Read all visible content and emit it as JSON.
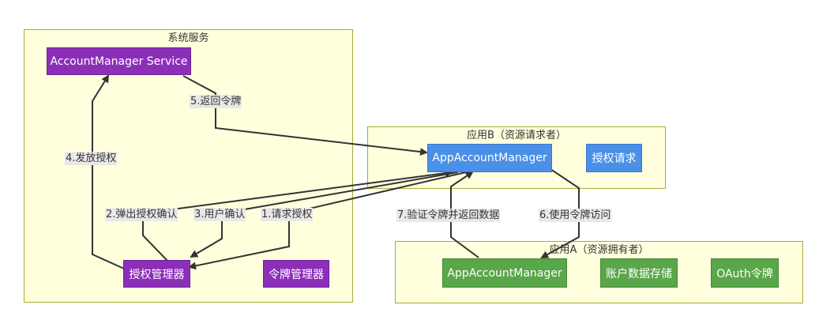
{
  "groups": {
    "system": "系统服务",
    "appB": "应用B（资源请求者）",
    "appA": "应用A（资源拥有者）"
  },
  "nodes": {
    "account_manager_service": "AccountManager Service",
    "auth_manager": "授权管理器",
    "token_manager": "令牌管理器",
    "appB_manager": "AppAccountManager",
    "auth_request": "授权请求",
    "appA_manager": "AppAccountManager",
    "account_storage": "账户数据存储",
    "oauth_token": "OAuth令牌"
  },
  "edges": {
    "e1": "1.请求授权",
    "e2": "2.弹出授权确认",
    "e3": "3.用户确认",
    "e4": "4.发放授权",
    "e5": "5.返回令牌",
    "e6": "6.使用令牌访问",
    "e7": "7.验证令牌并返回数据"
  },
  "colors": {
    "group_fill": "#ffffde",
    "group_border": "#aaaa33",
    "purple": "#8b2fb8",
    "blue": "#4a90e8",
    "green": "#5aa64a",
    "edge": "#333333"
  }
}
